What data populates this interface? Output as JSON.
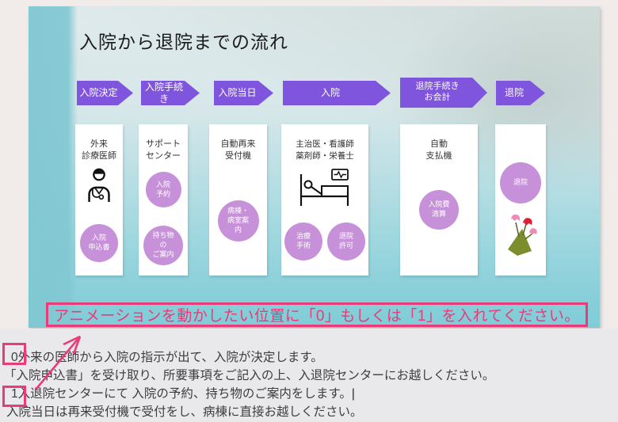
{
  "slide": {
    "title": "入院から退院までの流れ",
    "annotation": "アニメーションを動かしたい位置に「0」もしくは「1」を入れてください。",
    "steps": [
      {
        "arrow": "入院決定",
        "card": {
          "title": "外来\n診療医師",
          "icon": "doctor-icon",
          "circles": [
            "入院\n申込書"
          ]
        }
      },
      {
        "arrow": "入院手続き",
        "card": {
          "title": "サポート\nセンター",
          "circles": [
            "入院\n予約",
            "持ち物\nの\nご案内"
          ]
        }
      },
      {
        "arrow": "入院当日",
        "card": {
          "title": "自動再来\n受付機",
          "circles": [
            "病棟・\n病室案\n内"
          ]
        }
      },
      {
        "arrow": "入院",
        "card": {
          "title": "主治医・看護師\n薬剤師・栄養士",
          "icon": "bed-icon",
          "circles": [
            "治療\n手術",
            "退院\n許可"
          ]
        }
      },
      {
        "arrow": "退院手続き\nお会計",
        "card": {
          "title": "自動\n支払機",
          "circles": [
            "入院費\n清算"
          ]
        }
      },
      {
        "arrow": "退院",
        "card": {
          "title": "",
          "icon": "bouquet-icon",
          "circles": [
            "退院"
          ]
        }
      }
    ]
  },
  "notes": {
    "lines": [
      "0外来の医師から入院の指示が出て、入院が決定します。",
      "「入院申込書」を受け取り、所要事項をご記入の上、入退院センターにお越しください。",
      "1入退院センターにて 入院の予約、持ち物のご案内をします。",
      "入院当日は再来受付機で受付をし、病棟に直接お越しください。"
    ],
    "markers": [
      "0",
      "1"
    ],
    "cursor": "|"
  },
  "colors": {
    "arrow_purple": "#8055dd",
    "circle_purple": "#c791da",
    "annotation_pink": "#ea3a78",
    "slide_teal": "#8ad0da",
    "notes_bg": "#e9e9ec"
  }
}
